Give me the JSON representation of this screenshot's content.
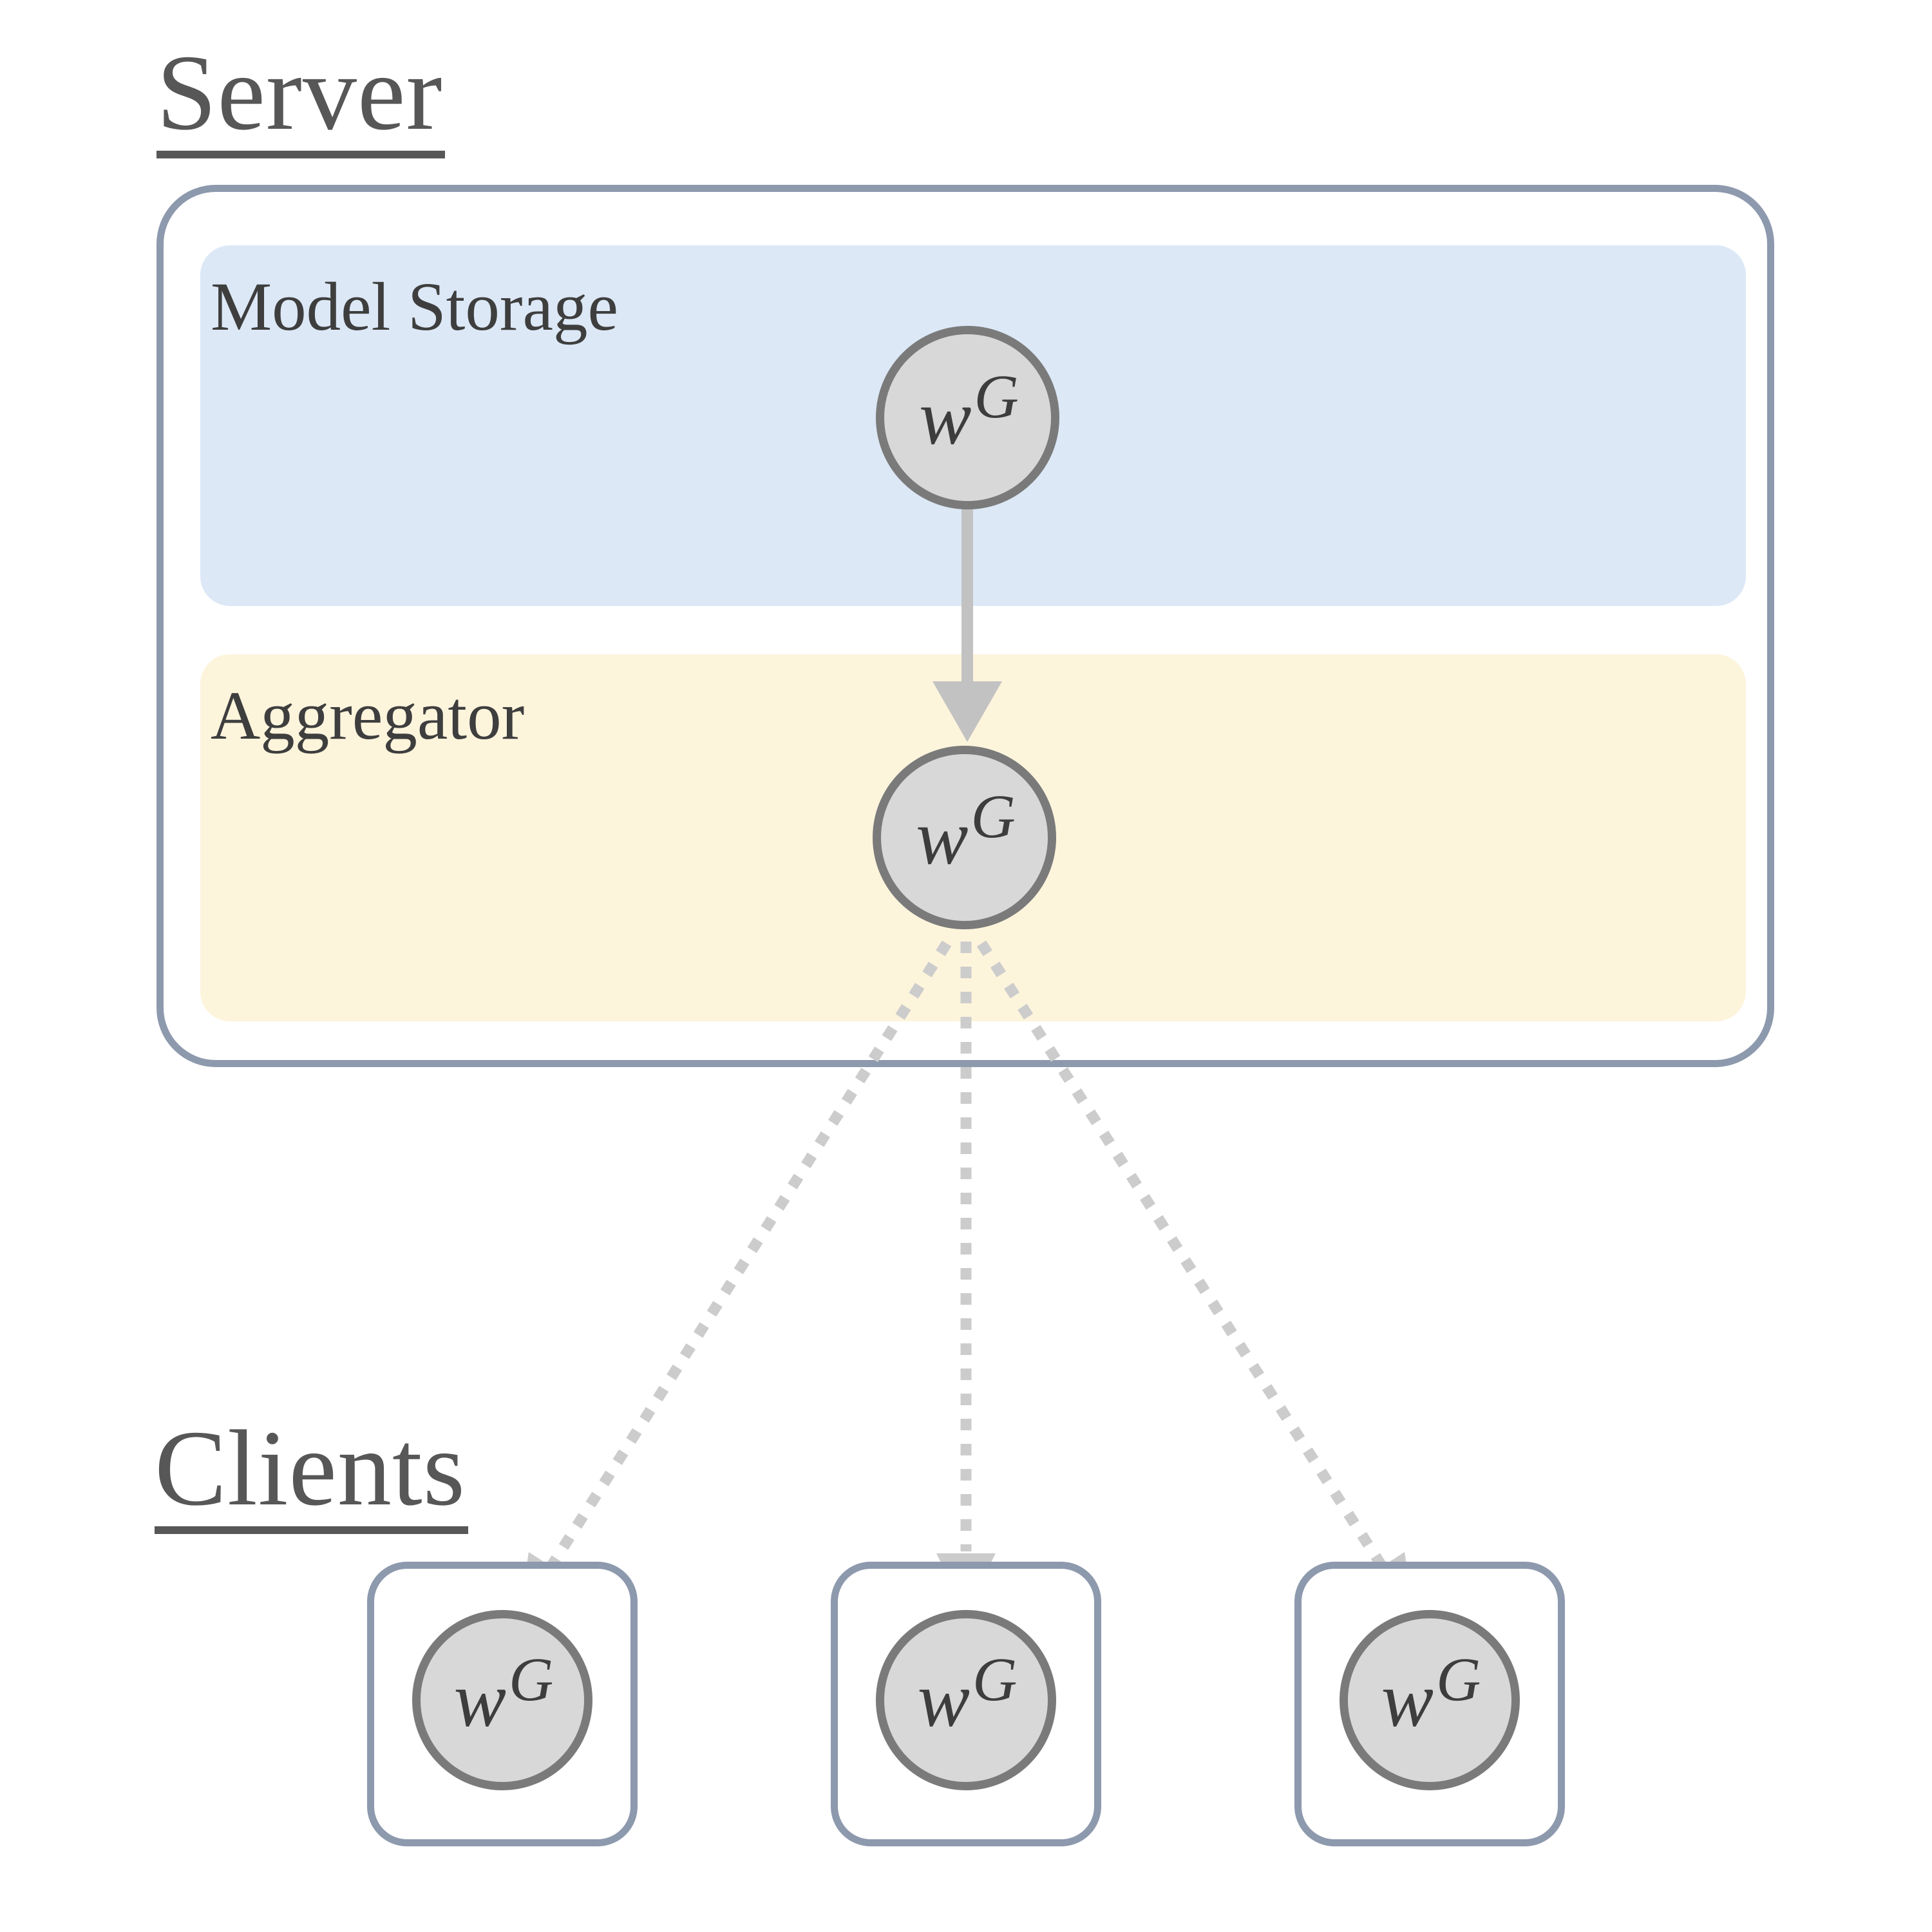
{
  "labels": {
    "server_title": "Server",
    "clients_title": "Clients",
    "model_storage": "Model Storage",
    "aggregator": "Aggregator"
  },
  "node": {
    "symbol": "w",
    "superscript": "G"
  },
  "arrows": {
    "storage_to_aggregator": "solid gray down arrow",
    "aggregator_to_clients": "three dotted gray arrows fanning out to client nodes"
  },
  "colors": {
    "title_text": "#575757",
    "label_text": "#3e3e3e",
    "frame_border": "#8d99ad",
    "storage_bg": "#dce8f6",
    "aggregator_bg": "#fdf4dc",
    "node_fill": "#d8d8d8",
    "node_border": "#7a7a7a",
    "node_text": "#3d3d3d",
    "arrow_solid": "#c2c2c2",
    "arrow_dotted": "#cccccc"
  }
}
